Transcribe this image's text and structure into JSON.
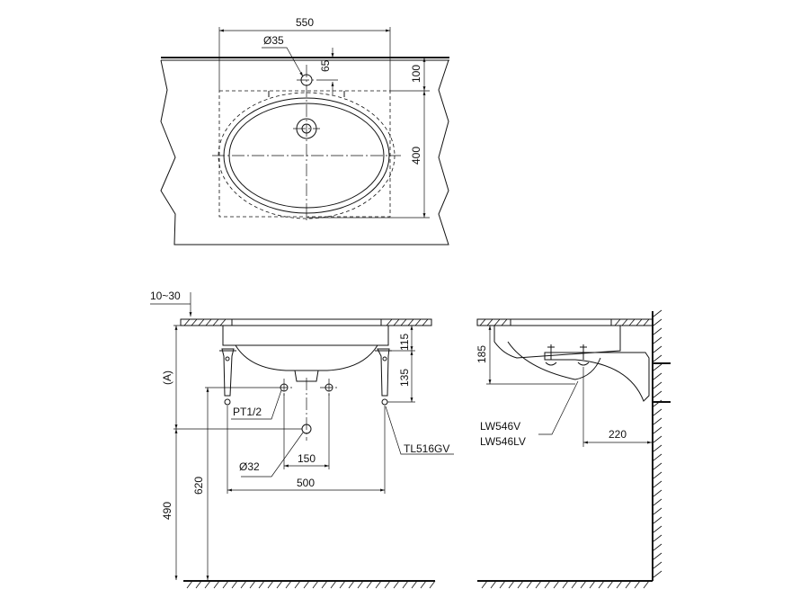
{
  "plan": {
    "width": "550",
    "hole_dia": "Ø35",
    "offset": "65",
    "depth_top": "100",
    "depth": "400"
  },
  "front": {
    "top_gap": "10~30",
    "height_a": "(A)",
    "dim_115": "115",
    "dim_135": "135",
    "pipe_thread": "PT1/2",
    "drain_dia": "Ø32",
    "dim_150": "150",
    "dim_500": "500",
    "dim_620": "620",
    "dim_490": "490",
    "bracket_model": "TL516GV"
  },
  "side": {
    "dim_185": "185",
    "model_1": "LW546V",
    "model_2": "LW546LV",
    "dim_220": "220"
  }
}
